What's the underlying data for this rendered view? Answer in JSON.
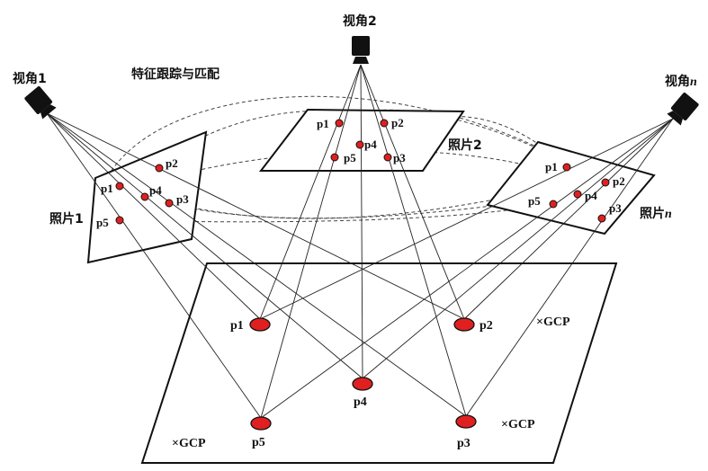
{
  "title": "特征跟踪与匹配",
  "colors": {
    "point": "#e02020",
    "camera": "#111111",
    "line": "#222222"
  },
  "cameras": [
    {
      "label": "视角1",
      "icon": "camera-icon"
    },
    {
      "label": "视角2",
      "icon": "camera-icon"
    },
    {
      "label": "视角",
      "suffix": "n",
      "icon": "camera-icon"
    }
  ],
  "photos": [
    {
      "label": "照片1",
      "points": [
        "p1",
        "p2",
        "p3",
        "p4",
        "p5"
      ]
    },
    {
      "label": "照片2",
      "points": [
        "p1",
        "p2",
        "p3",
        "p4",
        "p5"
      ]
    },
    {
      "label": "照片",
      "suffix": "n",
      "points": [
        "p1",
        "p2",
        "p3",
        "p4",
        "p5"
      ]
    }
  ],
  "ground": {
    "points": [
      "p1",
      "p2",
      "p3",
      "p4",
      "p5"
    ],
    "gcp_labels": [
      "×GCP",
      "×GCP",
      "×GCP"
    ]
  }
}
